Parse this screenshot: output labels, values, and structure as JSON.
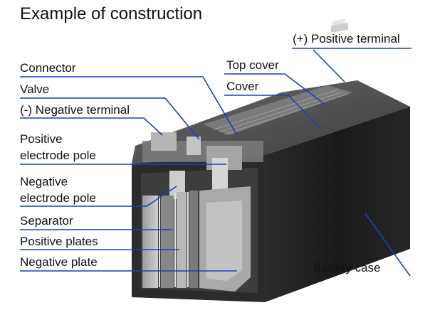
{
  "title": "Example of construction",
  "labels": {
    "positive_terminal": "(+) Positive terminal",
    "top_cover": "Top cover",
    "cover": "Cover",
    "connector": "Connector",
    "valve": "Valve",
    "negative_terminal": "(-) Negative terminal",
    "positive_electrode_pole_line1": "Positive",
    "positive_electrode_pole_line2": "electrode pole",
    "negative_electrode_pole_line1": "Negative",
    "negative_electrode_pole_line2": "electrode pole",
    "separator": "Separator",
    "positive_plates": "Positive plates",
    "negative_plate": "Negative plate",
    "battery_case": "Battery case"
  },
  "colors": {
    "leader_line": "#1a3fc0",
    "text": "#111111",
    "battery_dark": "#1c1c1c",
    "battery_mid": "#5a5a5a",
    "battery_light": "#bdbdbd"
  }
}
